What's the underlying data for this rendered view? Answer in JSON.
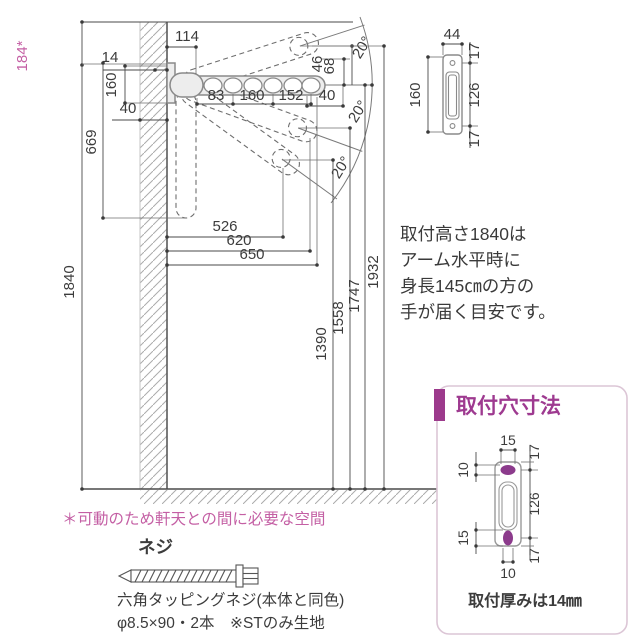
{
  "colors": {
    "accent_pink": "#c45fa4",
    "accent_magenta": "#9e3a90",
    "hole_purple": "#8c3b8c",
    "line_gray": "#4a4a4a"
  },
  "diagram": {
    "soffit_gap": "184*",
    "mount_height": "1840",
    "wall_offset": "14",
    "arm_inset": "114",
    "bracket_height": "160",
    "hole_offset_left": "40",
    "fold_clearance": "669",
    "tip_46": "46",
    "tip_68": "68",
    "tip_40": "40",
    "pitch_83": "83",
    "pitch_160": "160",
    "pitch_152": "152",
    "reach_526": "526",
    "reach_620": "620",
    "reach_650": "650",
    "height_1390": "1390",
    "height_1558": "1558",
    "height_1747": "1747",
    "height_1932": "1932",
    "angle_top": "20°",
    "angle_mid": "20°",
    "angle_bottom": "20°"
  },
  "side_view": {
    "width_44": "44",
    "height_160": "160",
    "top_17": "17",
    "span_126": "126",
    "bottom_17": "17"
  },
  "note_lines": [
    "取付高さ1840は",
    "アーム水平時に",
    "身長145㎝の方の",
    "手が届く目安です。"
  ],
  "footnote": "＊可動のため軒天との間に必要な空間",
  "screw": {
    "heading": "ネジ",
    "desc1": "六角タッピングネジ(本体と同色)",
    "desc2": "φ8.5×90・2本　※STのみ生地"
  },
  "hole_panel": {
    "title": "取付穴寸法",
    "slot_width_15": "15",
    "top_17": "17",
    "hole_height_10": "10",
    "span_126": "126",
    "hole_height_15": "15",
    "bottom_17": "17",
    "hole_width_10": "10",
    "caption": "取付厚みは14㎜"
  }
}
